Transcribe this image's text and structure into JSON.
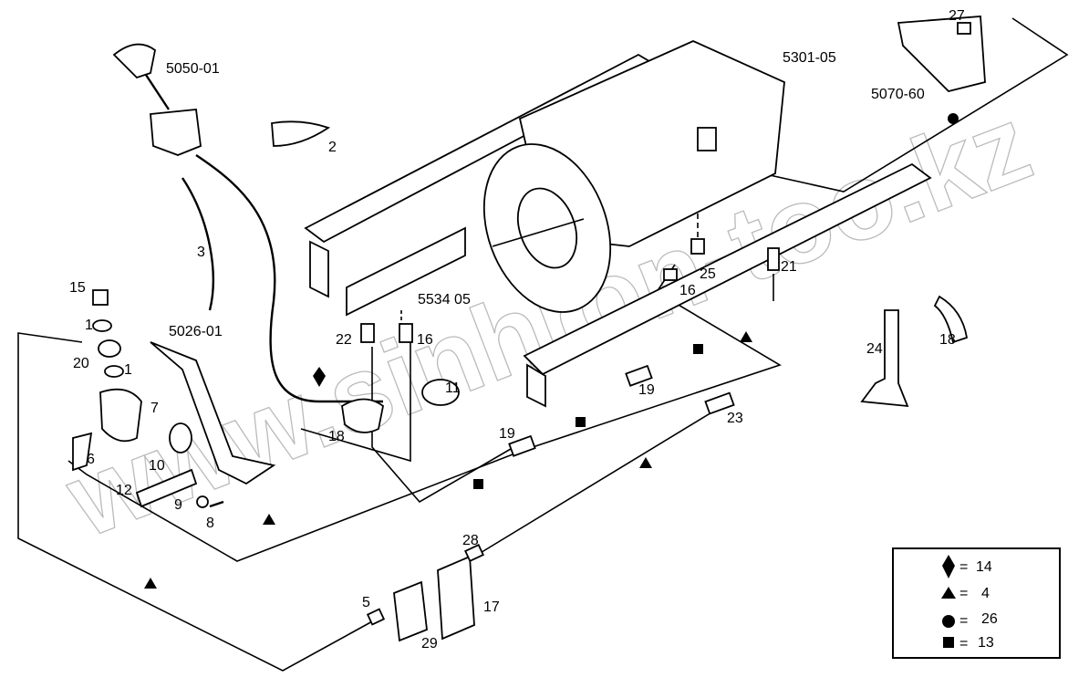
{
  "diagram": {
    "assembly_labels": {
      "shift_lever": "5050-01",
      "pedal": "5026-01",
      "valve_block": "5534 05",
      "gearbox": "5301-05",
      "connector_block": "5070-60"
    },
    "part_labels": [
      {
        "id": "p2",
        "text": "2"
      },
      {
        "id": "p3",
        "text": "3"
      },
      {
        "id": "p15",
        "text": "15"
      },
      {
        "id": "p1a",
        "text": "1"
      },
      {
        "id": "p20",
        "text": "20"
      },
      {
        "id": "p1b",
        "text": "1"
      },
      {
        "id": "p7",
        "text": "7"
      },
      {
        "id": "p6",
        "text": "6"
      },
      {
        "id": "p10",
        "text": "10"
      },
      {
        "id": "p12",
        "text": "12"
      },
      {
        "id": "p9",
        "text": "9"
      },
      {
        "id": "p8",
        "text": "8"
      },
      {
        "id": "p22",
        "text": "22"
      },
      {
        "id": "p16a",
        "text": "16"
      },
      {
        "id": "p11",
        "text": "11"
      },
      {
        "id": "p18a",
        "text": "18"
      },
      {
        "id": "p19a",
        "text": "19"
      },
      {
        "id": "p19b",
        "text": "19"
      },
      {
        "id": "p23",
        "text": "23"
      },
      {
        "id": "p27",
        "text": "27"
      },
      {
        "id": "p25",
        "text": "25"
      },
      {
        "id": "p16b",
        "text": "16"
      },
      {
        "id": "p21",
        "text": "21"
      },
      {
        "id": "p24",
        "text": "24"
      },
      {
        "id": "p18b",
        "text": "18"
      },
      {
        "id": "p28",
        "text": "28"
      },
      {
        "id": "p5",
        "text": "5"
      },
      {
        "id": "p17",
        "text": "17"
      },
      {
        "id": "p29",
        "text": "29"
      }
    ],
    "legend": [
      {
        "symbol": "diamond",
        "sep": "=",
        "value": "14"
      },
      {
        "symbol": "triangle",
        "sep": "=",
        "value": "4"
      },
      {
        "symbol": "circle",
        "sep": "=",
        "value": "26"
      },
      {
        "symbol": "square",
        "sep": "=",
        "value": "13"
      }
    ],
    "watermark": "www.sinhron-too.kz",
    "colors": {
      "line": "#000000",
      "background": "#ffffff",
      "watermark": "#bbbbbb"
    }
  }
}
